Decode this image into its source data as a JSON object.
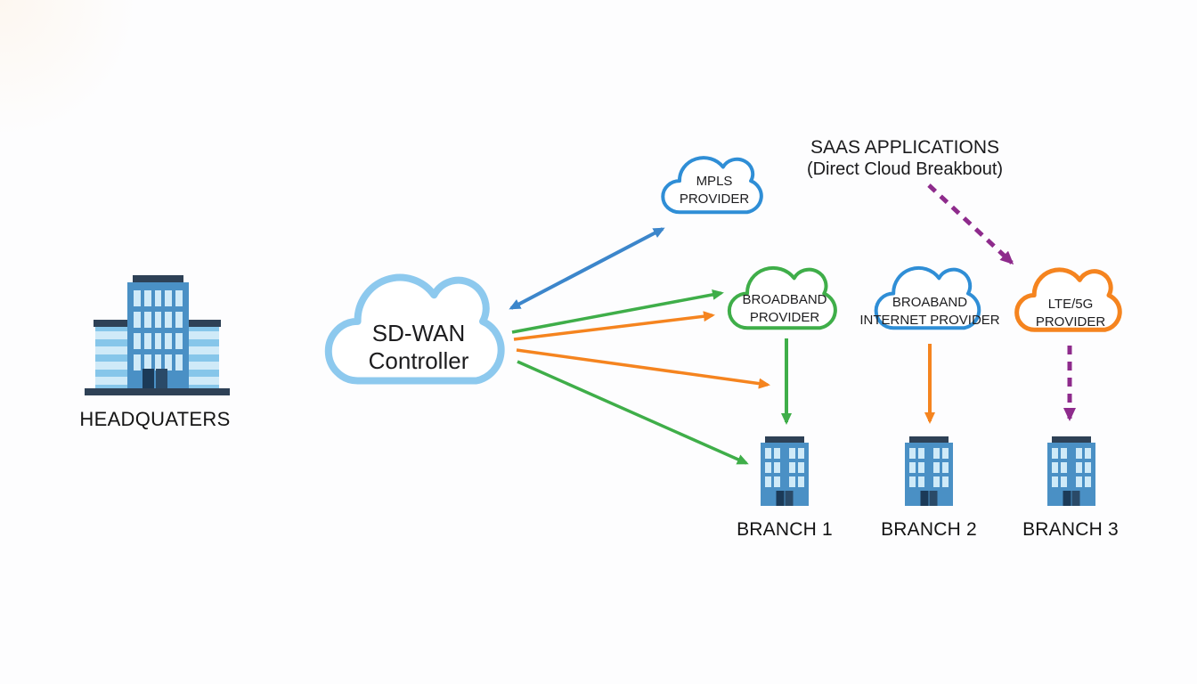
{
  "colors": {
    "blue_arrow": "#3c86cb",
    "green": "#3fae49",
    "orange": "#f5841f",
    "purple": "#8e2b8c",
    "cloud_blue_stroke": "#2f8ed6",
    "sdwan_cloud_stroke": "#8dc9ee",
    "building_body": "#4a90c5",
    "building_dark": "#2e4156",
    "text": "#1d1d1f"
  },
  "headquarters": {
    "label": "HEADQUATERS"
  },
  "sdwan_cloud": {
    "line1": "SD-WAN",
    "line2": "Controller"
  },
  "clouds": {
    "mpls": {
      "line1": "MPLS",
      "line2": "PROVIDER"
    },
    "broadband": {
      "line1": "BROADBAND",
      "line2": "PROVIDER"
    },
    "broadband_internet": {
      "line1": "BROABAND",
      "line2": "INTERNET PROVIDER"
    },
    "lte": {
      "line1": "LTE/5G",
      "line2": "PROVIDER"
    }
  },
  "saas": {
    "line1": "SAAS APPLICATIONS",
    "line2": "(Direct Cloud Breakbout)"
  },
  "branches": [
    {
      "label": "BRANCH 1"
    },
    {
      "label": "BRANCH 2"
    },
    {
      "label": "BRANCH 3"
    }
  ],
  "connections": [
    {
      "from": "sdwan-controller",
      "to": "mpls-provider",
      "color": "blue",
      "style": "solid",
      "bidirectional": true
    },
    {
      "from": "sdwan-controller",
      "to": "broadband-provider",
      "color": "green",
      "style": "solid"
    },
    {
      "from": "sdwan-controller",
      "to": "broadband-provider",
      "color": "orange",
      "style": "solid"
    },
    {
      "from": "sdwan-controller",
      "to": "branch-1",
      "color": "orange",
      "style": "solid"
    },
    {
      "from": "sdwan-controller",
      "to": "branch-1",
      "color": "green",
      "style": "solid"
    },
    {
      "from": "broadband-provider",
      "to": "branch-1",
      "color": "green",
      "style": "solid"
    },
    {
      "from": "broadband-internet-provider",
      "to": "branch-2",
      "color": "orange",
      "style": "solid"
    },
    {
      "from": "saas-applications",
      "to": "lte-5g-provider",
      "color": "purple",
      "style": "dashed"
    },
    {
      "from": "lte-5g-provider",
      "to": "branch-3",
      "color": "purple",
      "style": "dashed"
    }
  ]
}
